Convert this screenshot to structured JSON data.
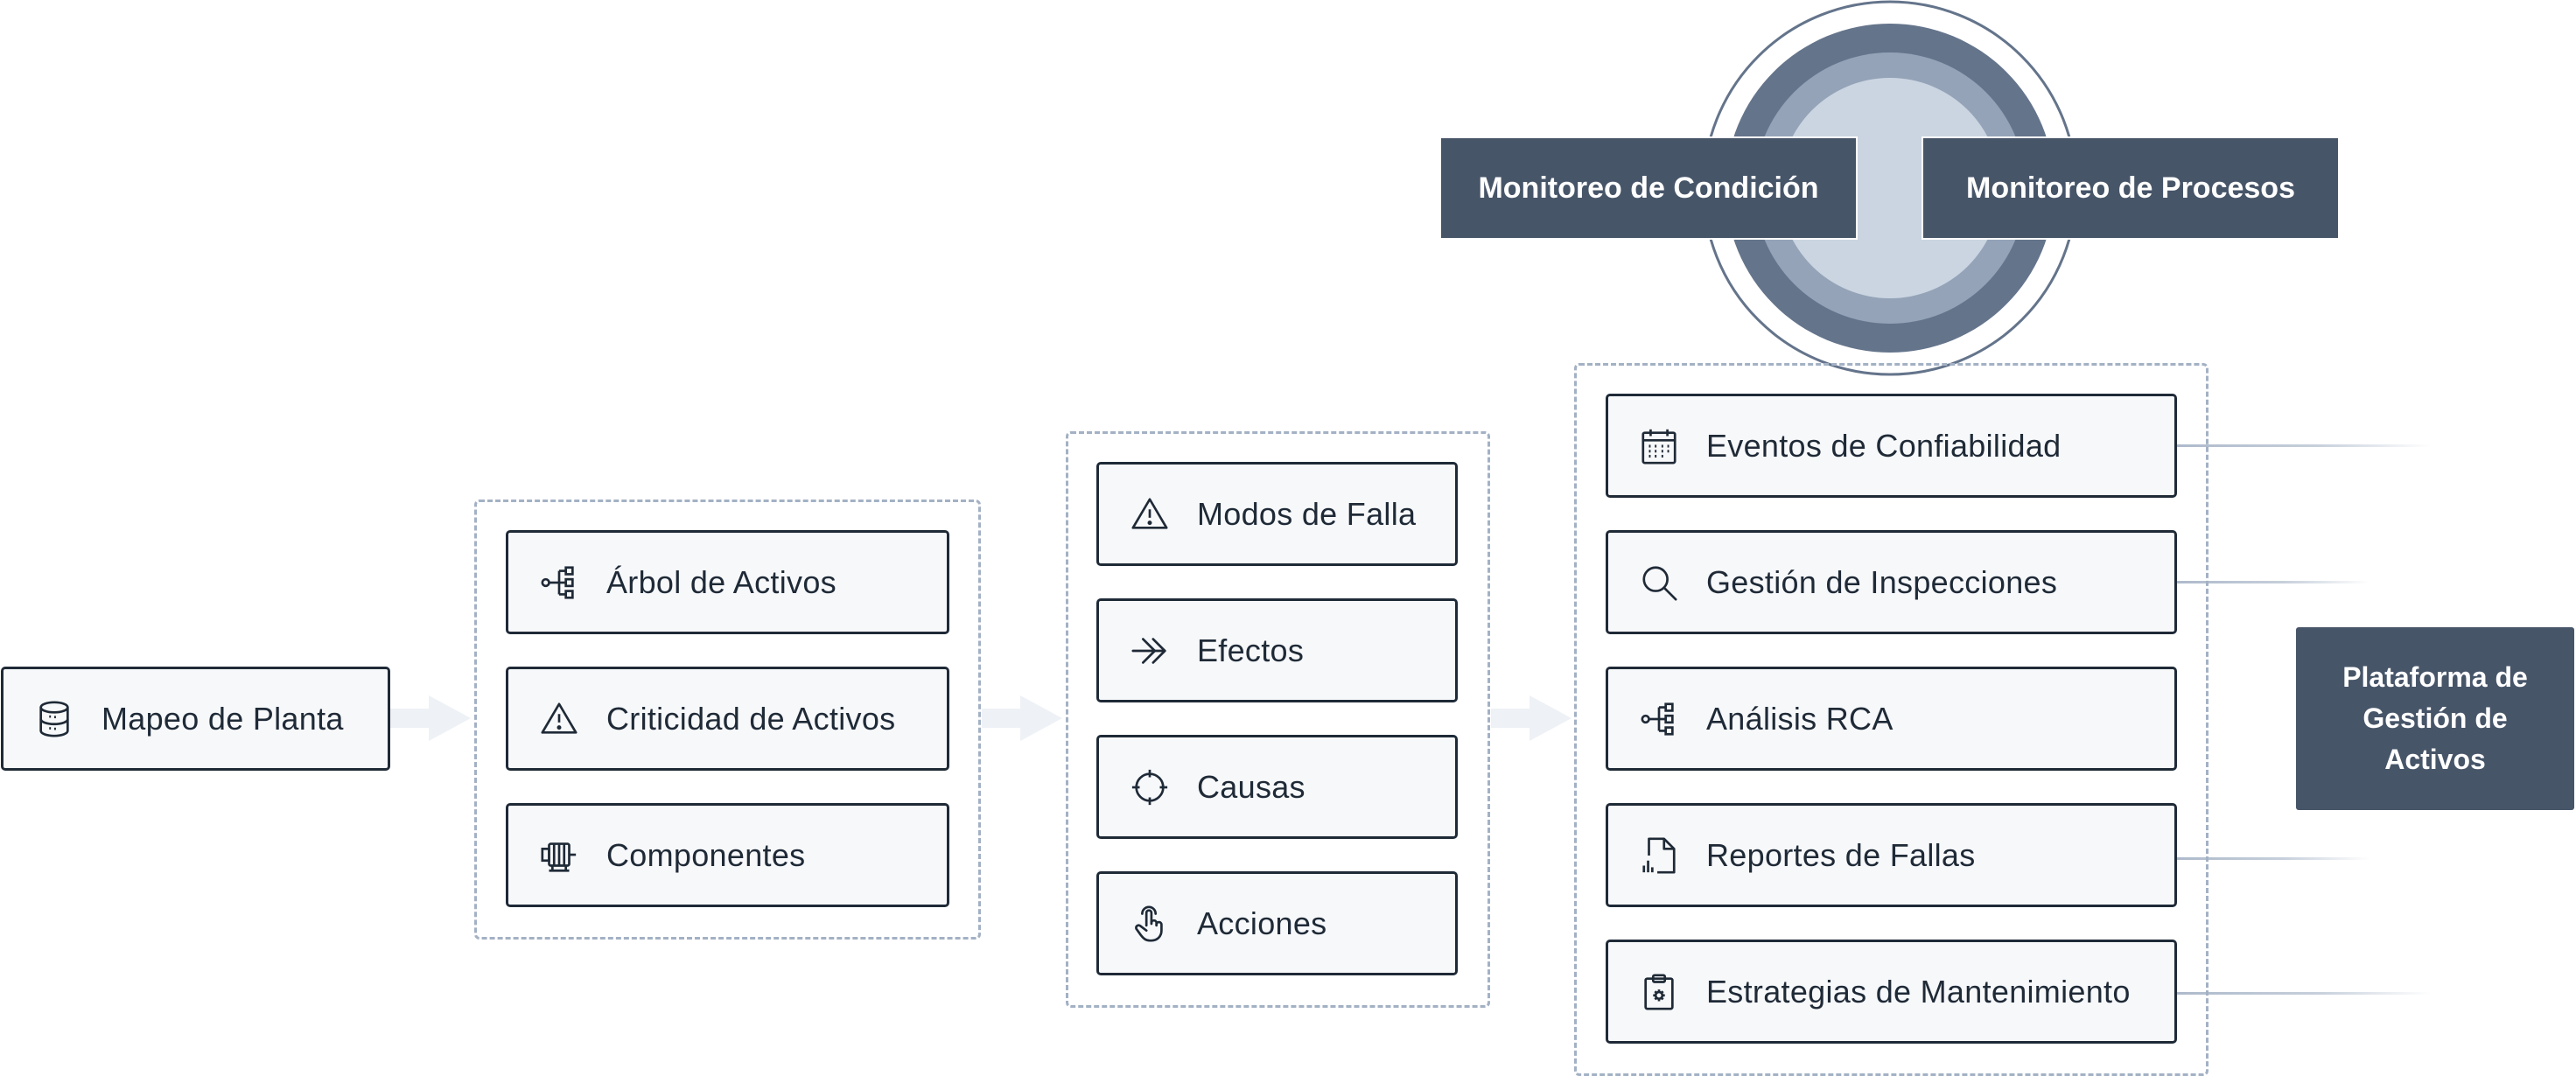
{
  "colors": {
    "dark_box": "#475569",
    "item_border": "#1f2a37",
    "item_bg": "#f7f8fa",
    "dashed_border": "#a3b1c4",
    "arrow": "#eef1f5",
    "ring_outer_stroke": "#64748b",
    "ring_dark": "#64748b",
    "ring_mid": "#94a3b8",
    "ring_light": "#cbd5e1"
  },
  "start": {
    "label": "Mapeo de Planta",
    "icon": "database-icon"
  },
  "assets_group": {
    "items": [
      {
        "label": "Árbol de Activos",
        "icon": "hierarchy-icon"
      },
      {
        "label": "Criticidad de Activos",
        "icon": "warning-icon"
      },
      {
        "label": "Componentes",
        "icon": "motor-icon"
      }
    ]
  },
  "failure_group": {
    "items": [
      {
        "label": "Modos de Falla",
        "icon": "warning-icon"
      },
      {
        "label": "Efectos",
        "icon": "double-arrow-icon"
      },
      {
        "label": "Causas",
        "icon": "crosshair-icon"
      },
      {
        "label": "Acciones",
        "icon": "hand-pointer-icon"
      }
    ]
  },
  "reliability_group": {
    "items": [
      {
        "label": "Eventos de Confiabilidad",
        "icon": "calendar-icon"
      },
      {
        "label": "Gestión de Inspecciones",
        "icon": "search-icon"
      },
      {
        "label": "Análisis RCA",
        "icon": "hierarchy-icon"
      },
      {
        "label": "Reportes de Fallas",
        "icon": "report-icon"
      },
      {
        "label": "Estrategias de Mantenimiento",
        "icon": "clipboard-gear-icon"
      }
    ]
  },
  "monitoring": {
    "condition": "Monitoreo de Condición",
    "process": "Monitoreo de Procesos"
  },
  "platform": {
    "line1": "Plataforma de",
    "line2": "Gestión de",
    "line3": "Activos"
  }
}
